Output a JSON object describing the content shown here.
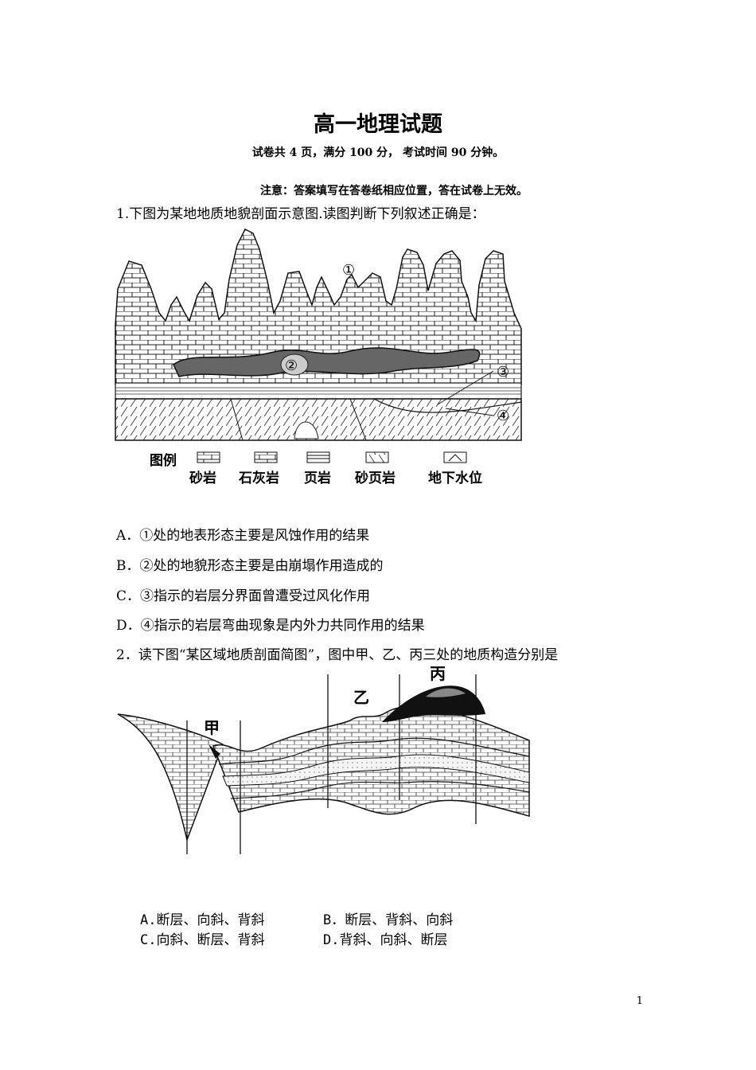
{
  "header": {
    "title": "高一地理试题",
    "subtitle": "试卷共 4 页，满分 100 分，  考试时间  90 分钟。",
    "notice": "注意：答案填写在答卷纸相应位置，答在试卷上无效。"
  },
  "q1": {
    "stem": "1.下图为某地地质地貌剖面示意图.读图判断下列叙述正确是：",
    "figure": {
      "markers": [
        "①",
        "②",
        "③",
        "④"
      ],
      "legend_title": "图例",
      "legend": [
        "砂岩",
        "石灰岩",
        "页岩",
        "砂页岩",
        "地下水位"
      ]
    },
    "options": [
      "A．①处的地表形态主要是风蚀作用的结果",
      "B．②处的地貌形态主要是由崩塌作用造成的",
      "C．③指示的岩层分界面曾遭受过风化作用",
      "D．④指示的岩层弯曲现象是内外力共同作用的结果"
    ]
  },
  "q2": {
    "stem": "2．读下图“某区域地质剖面简图”，图中甲、乙、丙三处的地质构造分别是",
    "figure": {
      "labels": [
        "甲",
        "乙",
        "丙"
      ]
    },
    "options": [
      "A.断层、向斜、背斜",
      "B．断层、背斜、向斜",
      "C.向斜、断层、背斜",
      "D.背斜、向斜、断层"
    ]
  },
  "footer": {
    "page_number": "1"
  }
}
